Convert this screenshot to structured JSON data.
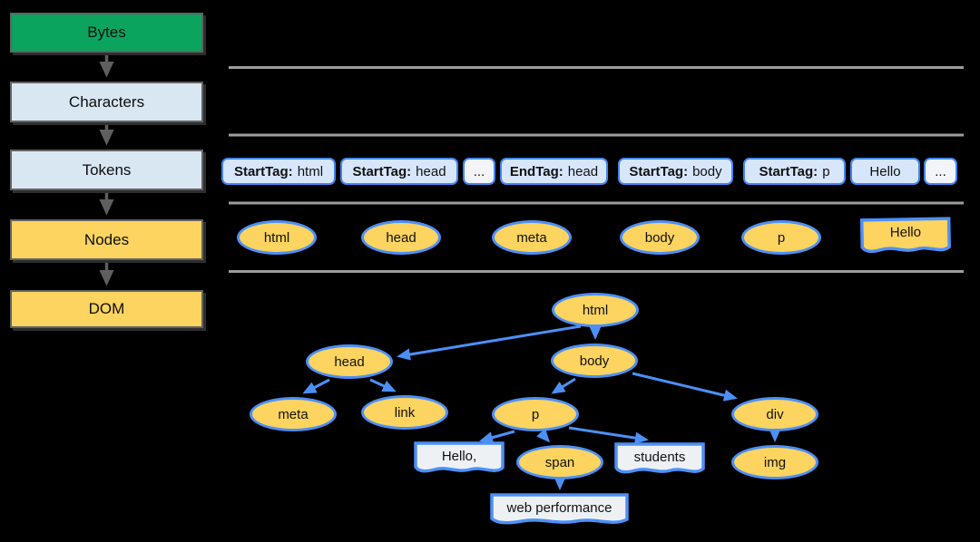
{
  "pipeline": {
    "stages": [
      {
        "label": "Bytes"
      },
      {
        "label": "Characters"
      },
      {
        "label": "Tokens"
      },
      {
        "label": "Nodes"
      },
      {
        "label": "DOM"
      }
    ]
  },
  "tokens": {
    "items": [
      {
        "bold": "StartTag:",
        "text": "html"
      },
      {
        "bold": "StartTag:",
        "text": "head"
      },
      {
        "bold": "",
        "text": "..."
      },
      {
        "bold": "EndTag:",
        "text": "head"
      },
      {
        "bold": "StartTag:",
        "text": "body"
      },
      {
        "bold": "StartTag:",
        "text": "p"
      },
      {
        "bold": "",
        "text": "Hello"
      },
      {
        "bold": "",
        "text": "..."
      }
    ]
  },
  "nodes_row": {
    "items": [
      {
        "label": "html"
      },
      {
        "label": "head"
      },
      {
        "label": "meta"
      },
      {
        "label": "body"
      },
      {
        "label": "p"
      }
    ],
    "text_node": {
      "label": "Hello"
    }
  },
  "dom_tree": {
    "nodes": [
      {
        "label": "html"
      },
      {
        "label": "head"
      },
      {
        "label": "body"
      },
      {
        "label": "meta"
      },
      {
        "label": "link"
      },
      {
        "label": "p"
      },
      {
        "label": "div"
      },
      {
        "label": "span"
      },
      {
        "label": "img"
      }
    ],
    "text_nodes": [
      {
        "label": "Hello,"
      },
      {
        "label": "students"
      },
      {
        "label": "web performance"
      }
    ]
  },
  "colors": {
    "background": "#000000",
    "bytes_green": "#0ba45f",
    "stage_blue": "#d9e7f3",
    "node_yellow": "#fcd45f",
    "token_fill": "#d8e6fb",
    "token_border": "#4285f4",
    "tree_blue": "#4c90f7",
    "separator_gray": "#9c9c9c",
    "flow_arrow_gray": "#5f5f5f"
  }
}
